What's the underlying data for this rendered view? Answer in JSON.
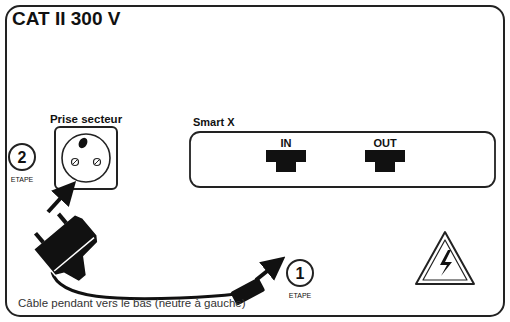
{
  "diagram": {
    "title": "CAT II 300 V",
    "caption": "Câble pendant vers le bas (neutre à gauche)",
    "nodes": [
      {
        "text": [
          "Prise secteur"
        ]
      },
      {
        "text": [
          "Smart X"
        ]
      }
    ],
    "labels": [
      "2",
      "ETAPE",
      "IN",
      "OUT",
      "1",
      "ETAPE"
    ]
  }
}
